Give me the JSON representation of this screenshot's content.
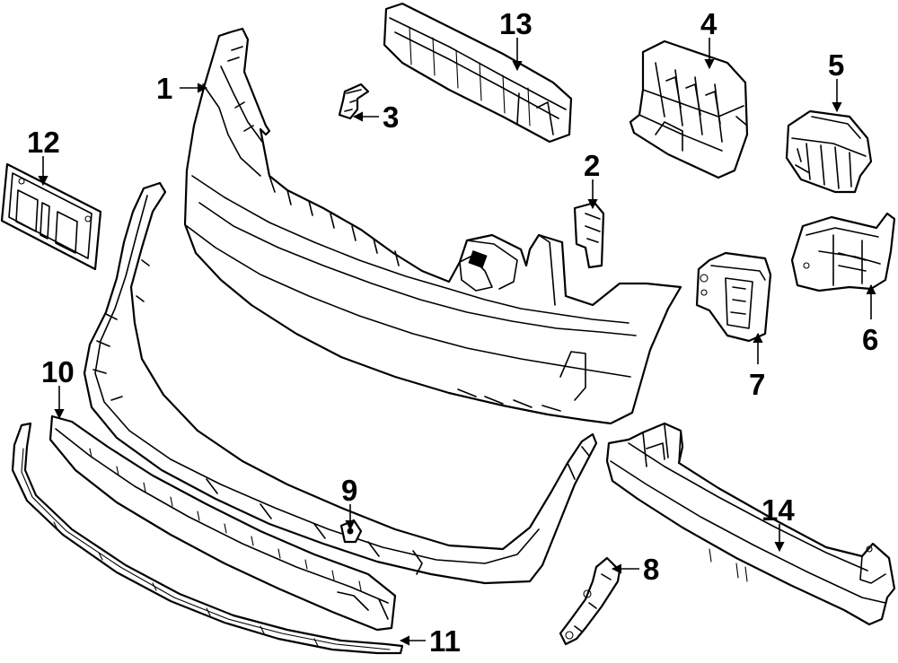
{
  "diagram": {
    "type": "exploded-parts-diagram",
    "callouts": [
      {
        "id": "1",
        "label": "1",
        "part": "bumper-cover"
      },
      {
        "id": "2",
        "label": "2",
        "part": "cover-bracket"
      },
      {
        "id": "3",
        "label": "3",
        "part": "clip"
      },
      {
        "id": "4",
        "label": "4",
        "part": "side-bracket-left"
      },
      {
        "id": "5",
        "label": "5",
        "part": "side-bracket-right"
      },
      {
        "id": "6",
        "label": "6",
        "part": "mounting-bracket"
      },
      {
        "id": "7",
        "label": "7",
        "part": "fog-lamp-housing"
      },
      {
        "id": "8",
        "label": "8",
        "part": "bracket-small"
      },
      {
        "id": "9",
        "label": "9",
        "part": "fastener"
      },
      {
        "id": "10",
        "label": "10",
        "part": "lower-valance"
      },
      {
        "id": "11",
        "label": "11",
        "part": "lower-trim-strip"
      },
      {
        "id": "12",
        "label": "12",
        "part": "license-plate-bracket"
      },
      {
        "id": "13",
        "label": "13",
        "part": "energy-absorber"
      },
      {
        "id": "14",
        "label": "14",
        "part": "impact-bar"
      }
    ]
  }
}
